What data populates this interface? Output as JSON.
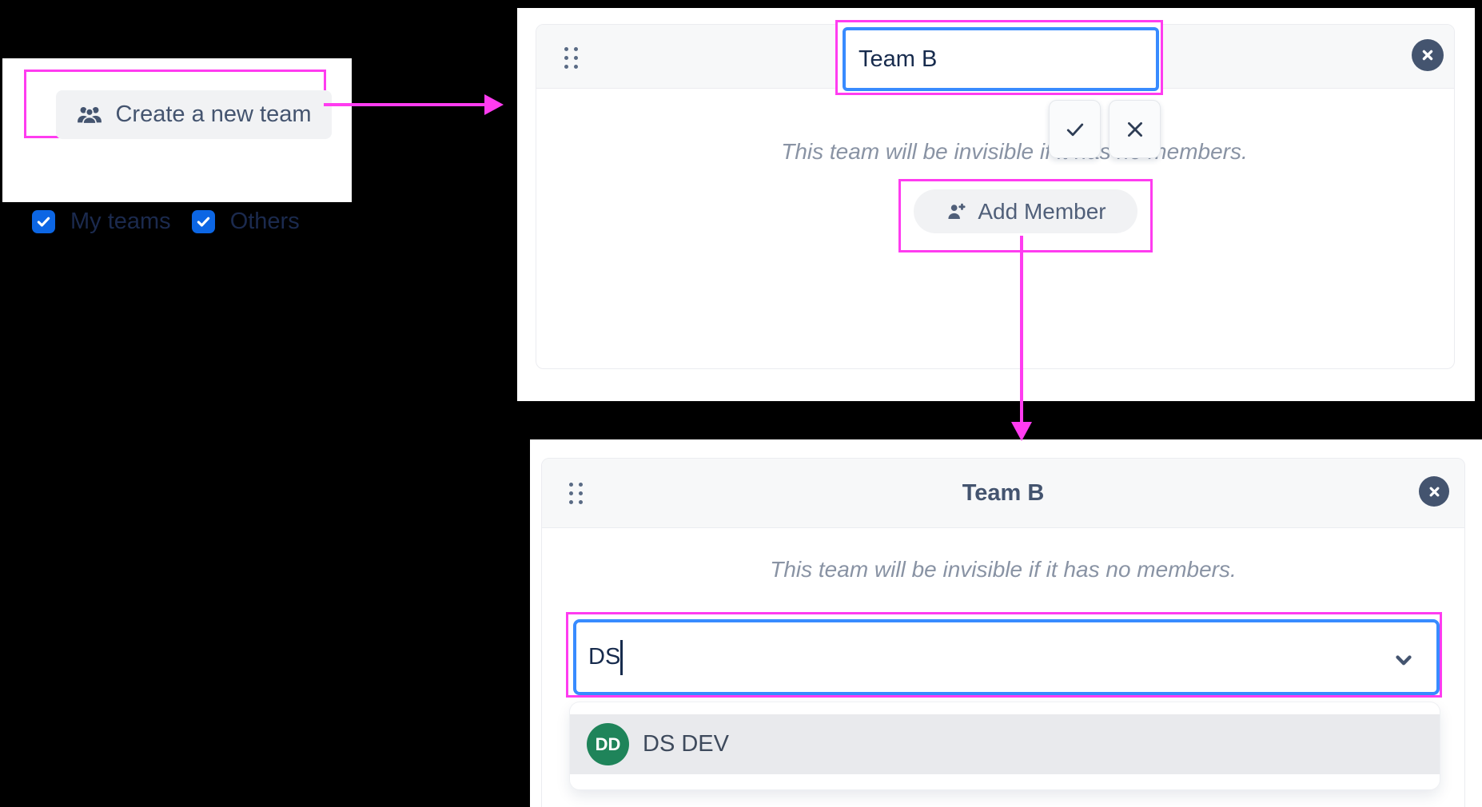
{
  "colors": {
    "annotation_highlight": "#FF3CF0",
    "focus_border": "#388BFF",
    "checkbox_blue": "#0C66E4",
    "slate": "#44546F",
    "avatar_green": "#1F845A"
  },
  "left_panel": {
    "create_button_label": "Create a new team",
    "filters": [
      {
        "label": "My teams",
        "checked": true
      },
      {
        "label": "Others",
        "checked": true
      }
    ]
  },
  "top_card": {
    "name_input_value": "Team B",
    "hint": "This team will be invisible if it has no members.",
    "add_member_label": "Add Member"
  },
  "bottom_card": {
    "title": "Team B",
    "hint": "This team will be invisible if it has no members.",
    "member_search_value": "DS",
    "dropdown_items": [
      {
        "initials": "DD",
        "name": "DS DEV",
        "avatar_color": "#1F845A"
      }
    ]
  }
}
